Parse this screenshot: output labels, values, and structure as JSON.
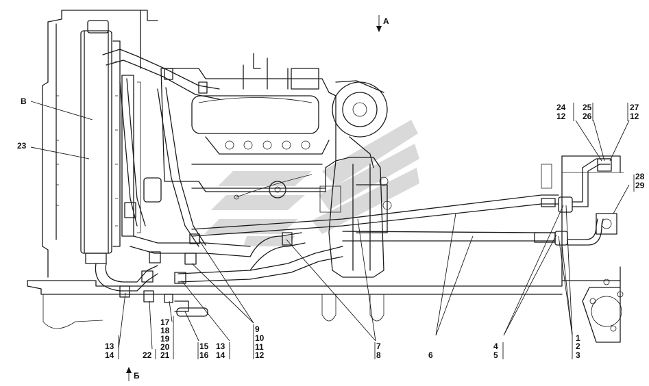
{
  "view_markers": {
    "a": "А",
    "b": "Б"
  },
  "callouts": {
    "B": "В",
    "n23": "23",
    "g24": [
      "24",
      "12"
    ],
    "g25": [
      "25",
      "26"
    ],
    "g27": [
      "27",
      "12"
    ],
    "g28": [
      "28",
      "29"
    ],
    "g1314a": [
      "13",
      "14"
    ],
    "g22": [
      "22"
    ],
    "g17": [
      "17",
      "18",
      "19",
      "20",
      "21"
    ],
    "g15": [
      "15",
      "16"
    ],
    "g1314b": [
      "13",
      "14"
    ],
    "g9": [
      "9",
      "10",
      "11",
      "12"
    ],
    "g7": [
      "7",
      "8"
    ],
    "g6": [
      "6"
    ],
    "g4": [
      "4",
      "5"
    ],
    "g1": [
      "1",
      "2",
      "3"
    ]
  }
}
